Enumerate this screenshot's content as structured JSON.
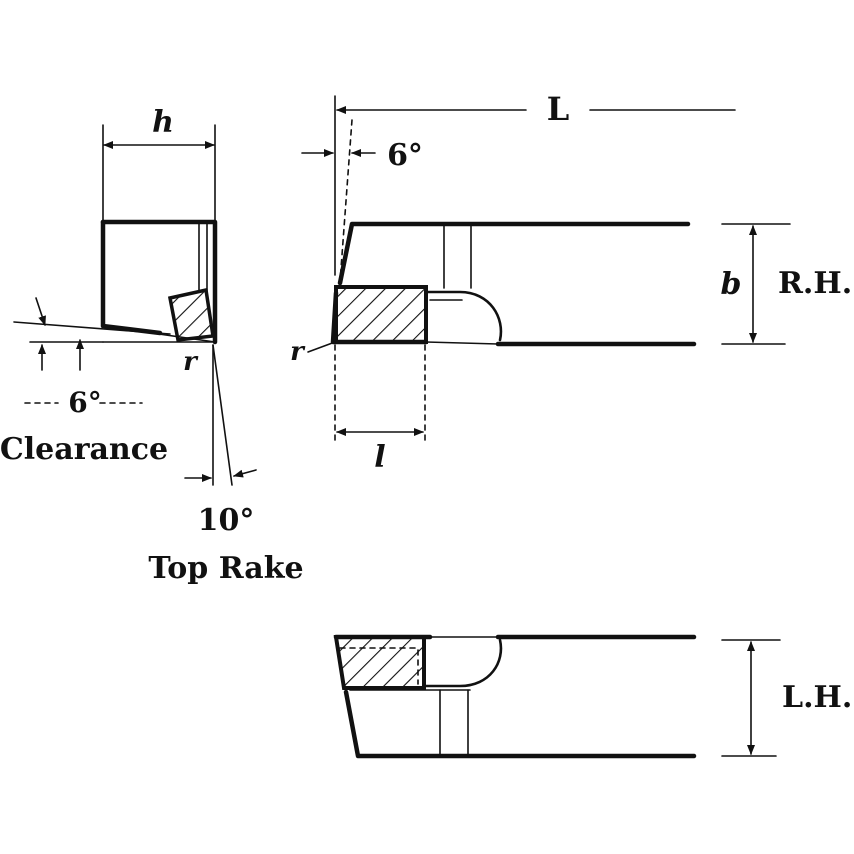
{
  "labels": {
    "height": "h",
    "length": "L",
    "width": "b",
    "tip_length": "l",
    "radius": "r",
    "clearance_angle": "6°",
    "side_angle": "6°",
    "clearance": "Clearance",
    "rake_angle": "10°",
    "top_rake": "Top Rake",
    "right_hand": "R.H.",
    "left_hand": "L.H."
  }
}
